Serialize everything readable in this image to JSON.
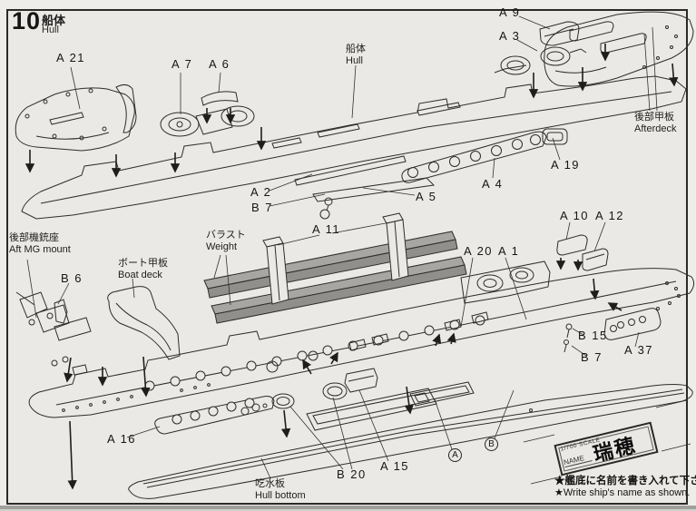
{
  "header": {
    "step": "10",
    "title_jp": "船体",
    "title_en": "Hull"
  },
  "annotations": {
    "hull": {
      "jp": "船体",
      "en": "Hull"
    },
    "afterdeck": {
      "jp": "後部甲板",
      "en": "Afterdeck"
    },
    "aft_mg_mount": {
      "jp": "後部機銃座",
      "en": "Aft MG mount"
    },
    "boat_deck": {
      "jp": "ボート甲板",
      "en": "Boat deck"
    },
    "ballast": {
      "jp": "バラスト",
      "en": "Weight"
    },
    "hull_bottom": {
      "jp": "吃水板",
      "en": "Hull bottom"
    }
  },
  "part_labels": [
    {
      "text": "A 21"
    },
    {
      "text": "A 7"
    },
    {
      "text": "A 6"
    },
    {
      "text": "A 9"
    },
    {
      "text": "A 3"
    },
    {
      "text": "A 19"
    },
    {
      "text": "A 4"
    },
    {
      "text": "A 2"
    },
    {
      "text": "B 7"
    },
    {
      "text": "A 5"
    },
    {
      "text": "A 11"
    },
    {
      "text": "B 6"
    },
    {
      "text": "A 20"
    },
    {
      "text": "A 1"
    },
    {
      "text": "A 10"
    },
    {
      "text": "A 12"
    },
    {
      "text": "B 15"
    },
    {
      "text": "B 7"
    },
    {
      "text": "A 37"
    },
    {
      "text": "A 16"
    },
    {
      "text": "B 20"
    },
    {
      "text": "A 15"
    }
  ],
  "callouts": {
    "a": "A",
    "b": "B"
  },
  "name_plate": {
    "scale_text": "1/700 SCALE",
    "name_field": "NAME",
    "written_name": "瑞穂"
  },
  "notes": {
    "line1_jp": "★艦底に名前を書き入れて下さい。",
    "line1_en": "★Write ship's name as shown."
  },
  "colors": {
    "paper": "#ebe9e5",
    "line": "#2e2d29",
    "ballast_top": "#a7a6a2",
    "ballast_front": "#908f8b"
  }
}
